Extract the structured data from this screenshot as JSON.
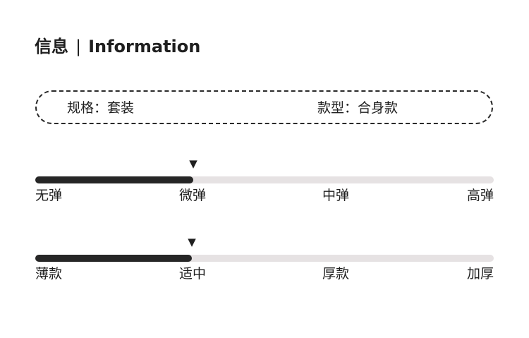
{
  "header": {
    "title_cn": "信息",
    "separator": "|",
    "title_en": "Information"
  },
  "specs": {
    "spec_label": "规格：套装",
    "style_label": "款型：合身款"
  },
  "scales": {
    "elasticity": {
      "marker": "▼",
      "level": 0.345,
      "options": [
        "无弹",
        "微弹",
        "中弹",
        "高弹"
      ]
    },
    "thickness": {
      "marker": "▼",
      "level": 0.342,
      "options": [
        "薄款",
        "适中",
        "厚款",
        "加厚"
      ]
    }
  },
  "colors": {
    "text": "#1f1f1f",
    "track": "#e6e2e3",
    "fill": "#262626",
    "border": "#2a2a2a"
  }
}
